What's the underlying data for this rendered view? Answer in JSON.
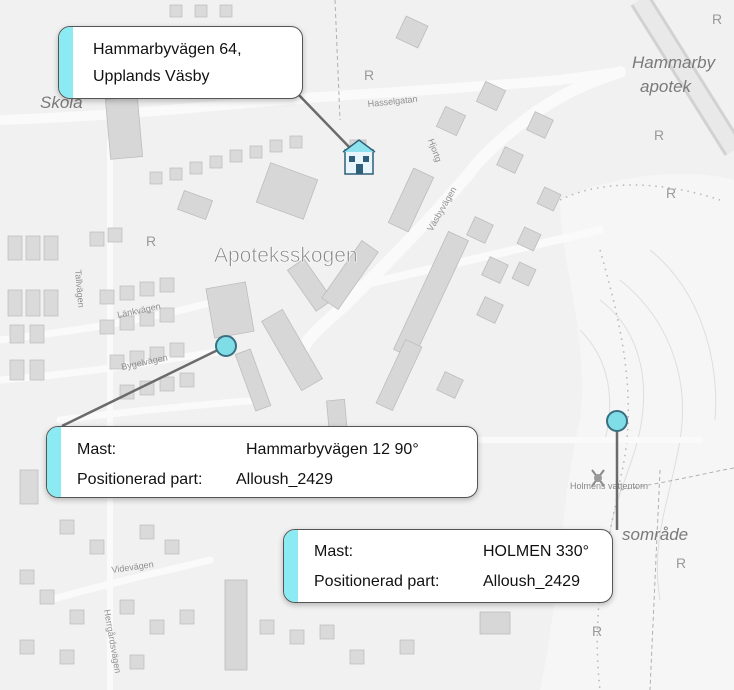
{
  "map": {
    "place_labels": {
      "skola": "Skola",
      "hammarby_apotek_1": "Hammarby",
      "hammarby_apotek_2": "apotek",
      "apoteksskogen": "Apoteksskogen",
      "holmen_vattentorn": "Holmens vattentorn",
      "omrade": "sområde"
    },
    "street_labels": {
      "hasselgatan": "Hasselgatan",
      "hjortgatan": "Hjortg",
      "vasbyvagen": "Väsbyvägen",
      "tallvagen": "Tallvägen",
      "linkvagen": "Länkvägen",
      "bygelvagen": "Bygelvägen",
      "videvagen": "Videvägen",
      "herrgardsvagen": "Herrgårdsvägen"
    },
    "symbol_letter": "R",
    "colors": {
      "background": "#f1f1f1",
      "building": "#d7d7d7",
      "road": "#fafafa",
      "callout_accent": "#8ceaf2",
      "marker_fill": "#7fdde8",
      "marker_stroke": "#3a6f80",
      "leader_line": "#6b6b6b"
    }
  },
  "address_callout": {
    "line1": "Hammarbyvägen 64,",
    "line2": "Upplands Väsby",
    "icon": "building-icon"
  },
  "mast_callouts": [
    {
      "mast_label": "Mast:",
      "mast_value": "Hammarbyvägen 12 90°",
      "part_label": "Positionerad part:",
      "part_value": "Alloush_2429"
    },
    {
      "mast_label": "Mast:",
      "mast_value": "HOLMEN 330°",
      "part_label": "Positionerad part:",
      "part_value": "Alloush_2429"
    }
  ]
}
